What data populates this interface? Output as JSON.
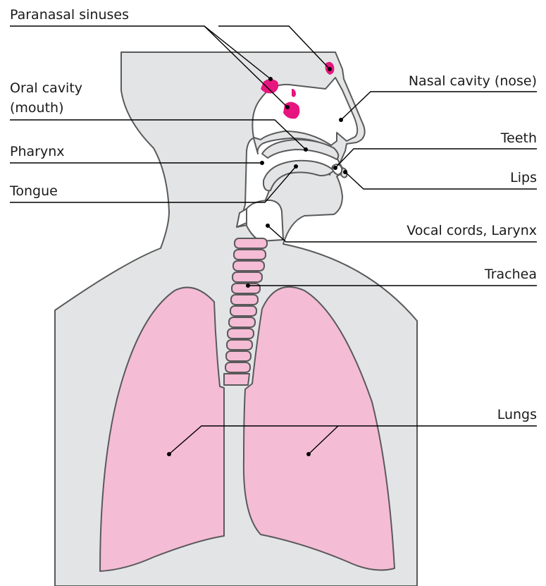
{
  "colors": {
    "body_fill": "#e3e4e5",
    "cavity_fill": "#ffffff",
    "lung_fill": "#f5bcd6",
    "sinus_fill": "#e6157f",
    "outline": "#5a5a5a",
    "label_text": "#1a1a1a"
  },
  "labels": {
    "paranasal_sinuses": "Paranasal sinuses",
    "oral_cavity_line1": "Oral cavity",
    "oral_cavity_line2": "(mouth)",
    "pharynx": "Pharynx",
    "tongue": "Tongue",
    "nasal_cavity": "Nasal cavity (nose)",
    "teeth": "Teeth",
    "lips": "Lips",
    "vocal_cords": "Vocal cords, Larynx",
    "trachea": "Trachea",
    "lungs": "Lungs"
  }
}
